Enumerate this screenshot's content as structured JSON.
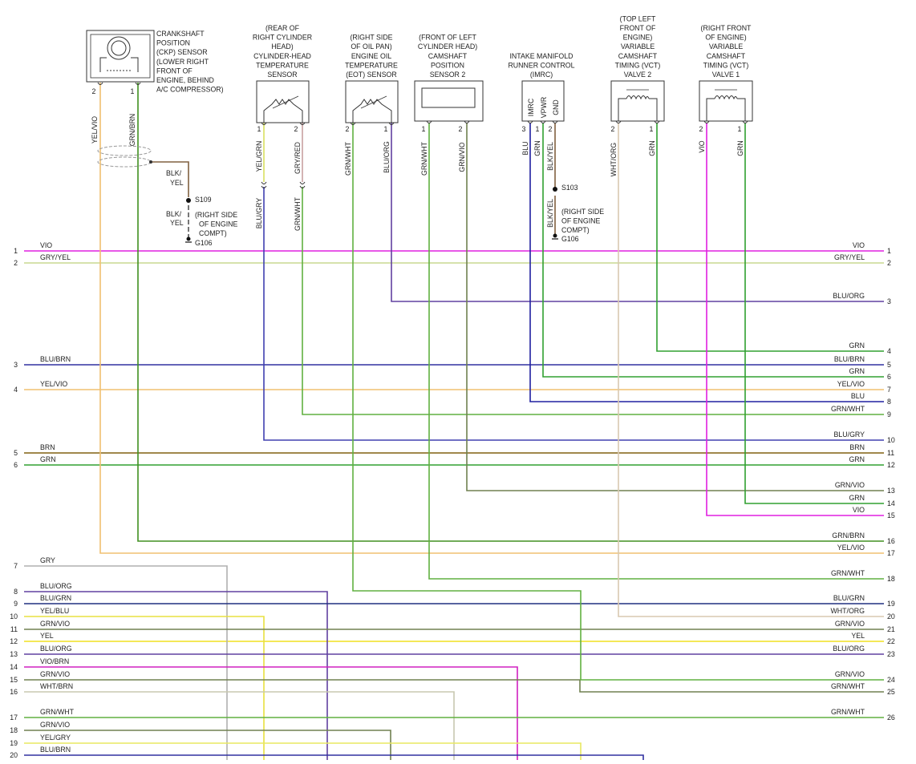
{
  "colors": {
    "VIO": "#e020e0",
    "GRY/YEL": "#c8d890",
    "BLU/ORG": "#6040a0",
    "GRN": "#30a030",
    "BLU/BRN": "#3030a0",
    "YEL/VIO": "#f0c070",
    "BLU": "#2020a0",
    "GRN/WHT": "#60b040",
    "BLU/GRY": "#4040b0",
    "BRN": "#806010",
    "GRN/VIO": "#708050",
    "GRN/BRN": "#409020",
    "GRY": "#b0b0b0",
    "BLU/GRN": "#203080",
    "YEL/BLU": "#e8e040",
    "YEL": "#f0e020",
    "VIO/BRN": "#d020c0",
    "WHT/BRN": "#c8c8b0",
    "YEL/GRY": "#e8e860",
    "WHT/ORG": "#d8c8b0",
    "BLK/YEL": "#806040",
    "YEL/GRN": "#d8e060",
    "GRY/RED": "#c8a0a0",
    "GRN/ORG": "#80a030",
    "BLK": "#333333",
    "GRN/YEL": "#90c040"
  },
  "components": {
    "ckp": {
      "caption": [
        "CRANKSHAFT",
        "POSITION",
        "(CKP) SENSOR",
        "(LOWER RIGHT",
        "FRONT OF",
        "ENGINE, BEHIND",
        "A/C COMPRESSOR)"
      ],
      "pins": [
        "2",
        "1"
      ],
      "wires": [
        "YEL/VIO",
        "GRN/BRN"
      ]
    },
    "chts": {
      "caption": [
        "(REAR OF",
        "RIGHT CYLINDER",
        "HEAD)",
        "CYLINDER-HEAD",
        "TEMPERATURE",
        "SENSOR"
      ],
      "pins": [
        "1",
        "2"
      ],
      "wires_top": [
        "YEL/GRN",
        "GRY/RED"
      ],
      "wires_bottom": [
        "BLU/GRY",
        "GRN/WHT"
      ]
    },
    "eot": {
      "caption": [
        "(RIGHT SIDE",
        "OF OIL PAN)",
        "ENGINE OIL",
        "TEMPERATURE",
        "(EOT) SENSOR"
      ],
      "pins": [
        "2",
        "1"
      ],
      "wires": [
        "GRN/WHT",
        "BLU/ORG"
      ]
    },
    "cmp": {
      "caption": [
        "(FRONT OF LEFT",
        "CYLINDER HEAD)",
        "CAMSHAFT",
        "POSITION",
        "SENSOR 2"
      ],
      "pins": [
        "1",
        "2"
      ],
      "wires": [
        "GRN/WHT",
        "GRN/VIO"
      ]
    },
    "imrc": {
      "caption": [
        "INTAKE MANIFOLD",
        "RUNNER CONTROL",
        "(IMRC)"
      ],
      "pin_names": [
        "IMRC",
        "VPWR",
        "GND"
      ],
      "pins": [
        "3",
        "1",
        "2"
      ],
      "wires": [
        "BLU",
        "GRN",
        "BLK/YEL"
      ]
    },
    "vct2": {
      "caption": [
        "(TOP LEFT",
        "FRONT OF",
        "ENGINE)",
        "VARIABLE",
        "CAMSHAFT",
        "TIMING (VCT)",
        "VALVE 2"
      ],
      "pins": [
        "2",
        "1"
      ],
      "wires": [
        "WHT/ORG",
        "GRN"
      ]
    },
    "vct1": {
      "caption": [
        "(RIGHT FRONT",
        "OF ENGINE)",
        "VARIABLE",
        "CAMSHAFT",
        "TIMING (VCT)",
        "VALVE 1"
      ],
      "pins": [
        "2",
        "1"
      ],
      "wires": [
        "VIO",
        "GRN"
      ]
    }
  },
  "grounds": {
    "s109": {
      "splice": "S109",
      "wire_top": [
        "BLK/",
        "YEL"
      ],
      "wire_bottom": [
        "BLK/",
        "YEL"
      ],
      "location": [
        "(RIGHT SIDE",
        "OF ENGINE",
        "COMPT)"
      ],
      "ground": "G106"
    },
    "s103": {
      "splice": "S103",
      "wire": "BLK/YEL",
      "location": [
        "(RIGHT SIDE",
        "OF ENGINE",
        "COMPT)"
      ],
      "ground": "G106"
    }
  },
  "left_connector": [
    {
      "pin": "1",
      "wire": "VIO"
    },
    {
      "pin": "2",
      "wire": "GRY/YEL"
    },
    {
      "pin": "3",
      "wire": "BLU/BRN"
    },
    {
      "pin": "4",
      "wire": "YEL/VIO"
    },
    {
      "pin": "5",
      "wire": "BRN"
    },
    {
      "pin": "6",
      "wire": "GRN"
    },
    {
      "pin": "7",
      "wire": "GRY"
    },
    {
      "pin": "8",
      "wire": "BLU/ORG"
    },
    {
      "pin": "9",
      "wire": "BLU/GRN"
    },
    {
      "pin": "10",
      "wire": "YEL/BLU"
    },
    {
      "pin": "11",
      "wire": "GRN/VIO"
    },
    {
      "pin": "12",
      "wire": "YEL"
    },
    {
      "pin": "13",
      "wire": "BLU/ORG"
    },
    {
      "pin": "14",
      "wire": "VIO/BRN"
    },
    {
      "pin": "15",
      "wire": "GRN/VIO"
    },
    {
      "pin": "16",
      "wire": "WHT/BRN"
    },
    {
      "pin": "17",
      "wire": "GRN/WHT"
    },
    {
      "pin": "18",
      "wire": "GRN/VIO"
    },
    {
      "pin": "19",
      "wire": "YEL/GRY"
    },
    {
      "pin": "20",
      "wire": "BLU/BRN"
    }
  ],
  "right_connector": [
    {
      "pin": "1",
      "wire": "VIO"
    },
    {
      "pin": "2",
      "wire": "GRY/YEL"
    },
    {
      "pin": "3",
      "wire": "BLU/ORG"
    },
    {
      "pin": "4",
      "wire": "GRN"
    },
    {
      "pin": "5",
      "wire": "BLU/BRN"
    },
    {
      "pin": "6",
      "wire": "GRN"
    },
    {
      "pin": "7",
      "wire": "YEL/VIO"
    },
    {
      "pin": "8",
      "wire": "BLU"
    },
    {
      "pin": "9",
      "wire": "GRN/WHT"
    },
    {
      "pin": "10",
      "wire": "BLU/GRY"
    },
    {
      "pin": "11",
      "wire": "BRN"
    },
    {
      "pin": "12",
      "wire": "GRN"
    },
    {
      "pin": "13",
      "wire": "GRN/VIO"
    },
    {
      "pin": "14",
      "wire": "GRN"
    },
    {
      "pin": "15",
      "wire": "VIO"
    },
    {
      "pin": "16",
      "wire": "GRN/BRN"
    },
    {
      "pin": "17",
      "wire": "YEL/VIO"
    },
    {
      "pin": "18",
      "wire": "GRN/WHT"
    },
    {
      "pin": "19",
      "wire": "BLU/GRN"
    },
    {
      "pin": "20",
      "wire": "WHT/ORG"
    },
    {
      "pin": "21",
      "wire": "GRN/VIO"
    },
    {
      "pin": "22",
      "wire": "YEL"
    },
    {
      "pin": "23",
      "wire": "BLU/ORG"
    },
    {
      "pin": "24",
      "wire": "GRN/VIO"
    },
    {
      "pin": "25",
      "wire": "GRN/WHT"
    },
    {
      "pin": "26",
      "wire": "GRN/WHT"
    }
  ]
}
